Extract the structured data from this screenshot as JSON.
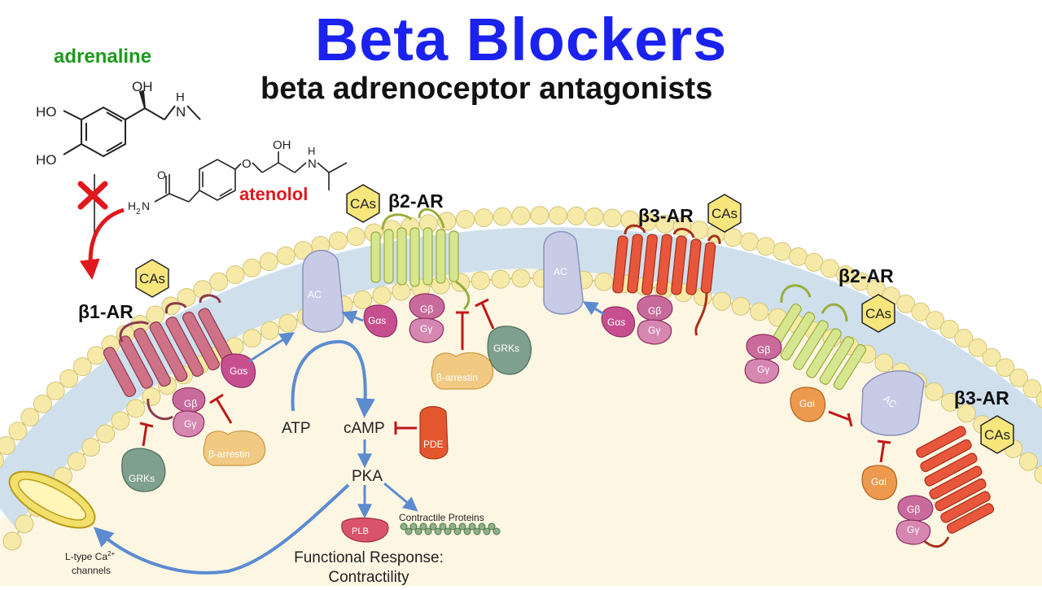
{
  "header": {
    "title": "Beta Blockers",
    "subtitle": "beta adrenoceptor antagonists"
  },
  "drugs": {
    "adrenaline": {
      "name": "adrenaline",
      "color": "#1d9a1d"
    },
    "atenolol": {
      "name": "atenolol",
      "color": "#e0181d"
    },
    "atom_labels": [
      "OH",
      "HO",
      "HO",
      "H",
      "N",
      "OH",
      "H",
      "N",
      "O",
      "O",
      "H",
      "2",
      "N"
    ]
  },
  "receptors": {
    "b1": "β1-AR",
    "b2_top": "β2-AR",
    "b3_top": "β3-AR",
    "b2_right": "β2-AR",
    "b3_right": "β3-AR"
  },
  "cas_badge": "CAs",
  "proteins": {
    "ac": "AC",
    "gas": "Gαs",
    "gai": "Gαi",
    "gb": "Gβ",
    "gy": "Gγ",
    "grks": "GRKs",
    "barrestin": "β-arrestin",
    "pde": "PDE",
    "plb": "PLB"
  },
  "pathway": {
    "atp": "ATP",
    "camp": "cAMP",
    "pka": "PKA",
    "contractile": "Contractile Proteins",
    "channel_line1": "L-type Ca",
    "channel_sup": "2+",
    "channel_line2": "channels",
    "response_line1": "Functional Response:",
    "response_line2": "Contractility"
  },
  "colors": {
    "title": "#1b22f0",
    "membrane_head": "#f7eaa8",
    "membrane_tail": "#c9dbe8",
    "cytoplasm": "#fdf6e3",
    "b1_receptor": "#cf7287",
    "b2_receptor": "#cfe08a",
    "b3_receptor": "#e8573b",
    "ac": "#c7cbe6",
    "gas": "#c84f8f",
    "gbg": "#c86b9c",
    "grks": "#7fa08f",
    "barrestin": "#f1c983",
    "pde": "#e4572e",
    "plb": "#d9536a",
    "inhibit": "#c01818",
    "arrow": "#5c8bd0",
    "cas_fill": "#f6e67c"
  }
}
